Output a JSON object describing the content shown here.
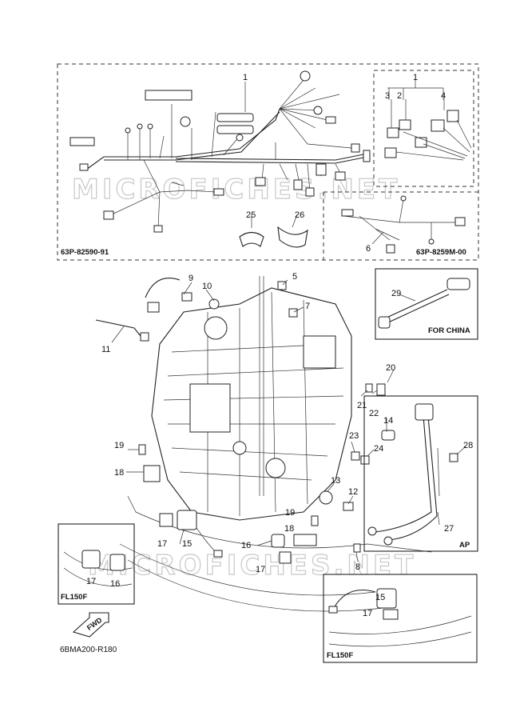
{
  "diagram": {
    "callouts": [
      "1",
      "2",
      "3",
      "4",
      "5",
      "6",
      "7",
      "8",
      "9",
      "10",
      "11",
      "12",
      "13",
      "14",
      "15",
      "16",
      "17",
      "18",
      "19",
      "20",
      "21",
      "22",
      "23",
      "24",
      "25",
      "26",
      "27",
      "28",
      "29"
    ],
    "boxes": {
      "main_harness_code": "63P-82590-91",
      "sub_harness_code": "63P-8259M-00",
      "china_label": "FOR CHINA",
      "ap_label": "AP",
      "fl_left_label": "FL150F",
      "fl_right_label": "FL150F"
    },
    "fwd_label": "FWD",
    "ref_code": "6BMA200-R180",
    "watermark": "MICROFICHES.NET",
    "colors": {
      "line": "#222222",
      "watermark": "#c8c8c8"
    }
  }
}
